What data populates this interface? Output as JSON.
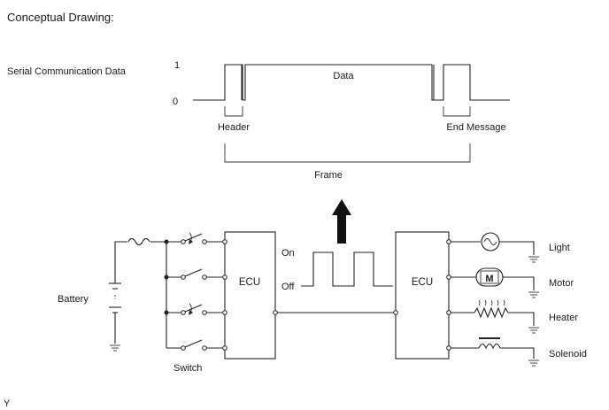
{
  "title": "Conceptual Drawing:",
  "signal": {
    "row_label": "Serial Communication Data",
    "level_high": "1",
    "level_low": "0",
    "data_label": "Data",
    "header_label": "Header",
    "end_label": "End Message",
    "frame_label": "Frame"
  },
  "circuit": {
    "battery_label": "Battery",
    "switch_label": "Switch",
    "ecu_left": "ECU",
    "ecu_right": "ECU",
    "on_label": "On",
    "off_label": "Off",
    "loads": [
      {
        "label": "Light",
        "icon": "lamp-icon"
      },
      {
        "label": "Motor",
        "icon": "motor-icon"
      },
      {
        "label": "Heater",
        "icon": "heater-icon"
      },
      {
        "label": "Solenoid",
        "icon": "solenoid-icon"
      }
    ]
  },
  "footer_code": "Y"
}
